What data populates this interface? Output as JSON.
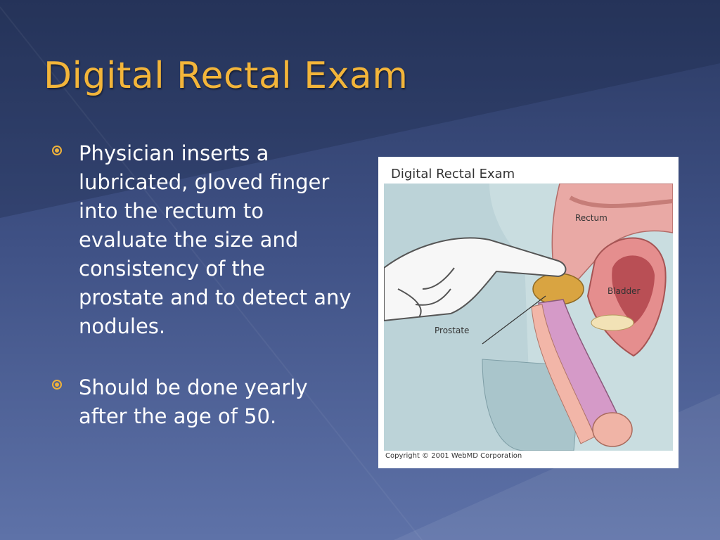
{
  "slide": {
    "title": "Digital Rectal Exam",
    "bullets": [
      "Physician inserts a lubricated, gloved finger into the rectum to evaluate the size and consistency of the prostate and to detect any nodules.",
      "Should be done yearly after the age of 50."
    ]
  },
  "figure": {
    "title": "Digital Rectal Exam",
    "labels": {
      "rectum": "Rectum",
      "bladder": "Bladder",
      "prostate": "Prostate"
    },
    "copyright": "Copyright © 2001 WebMD Corporation"
  },
  "colors": {
    "title": "#f3b53a",
    "bullet": "#f0b23a",
    "text": "#ffffff"
  }
}
